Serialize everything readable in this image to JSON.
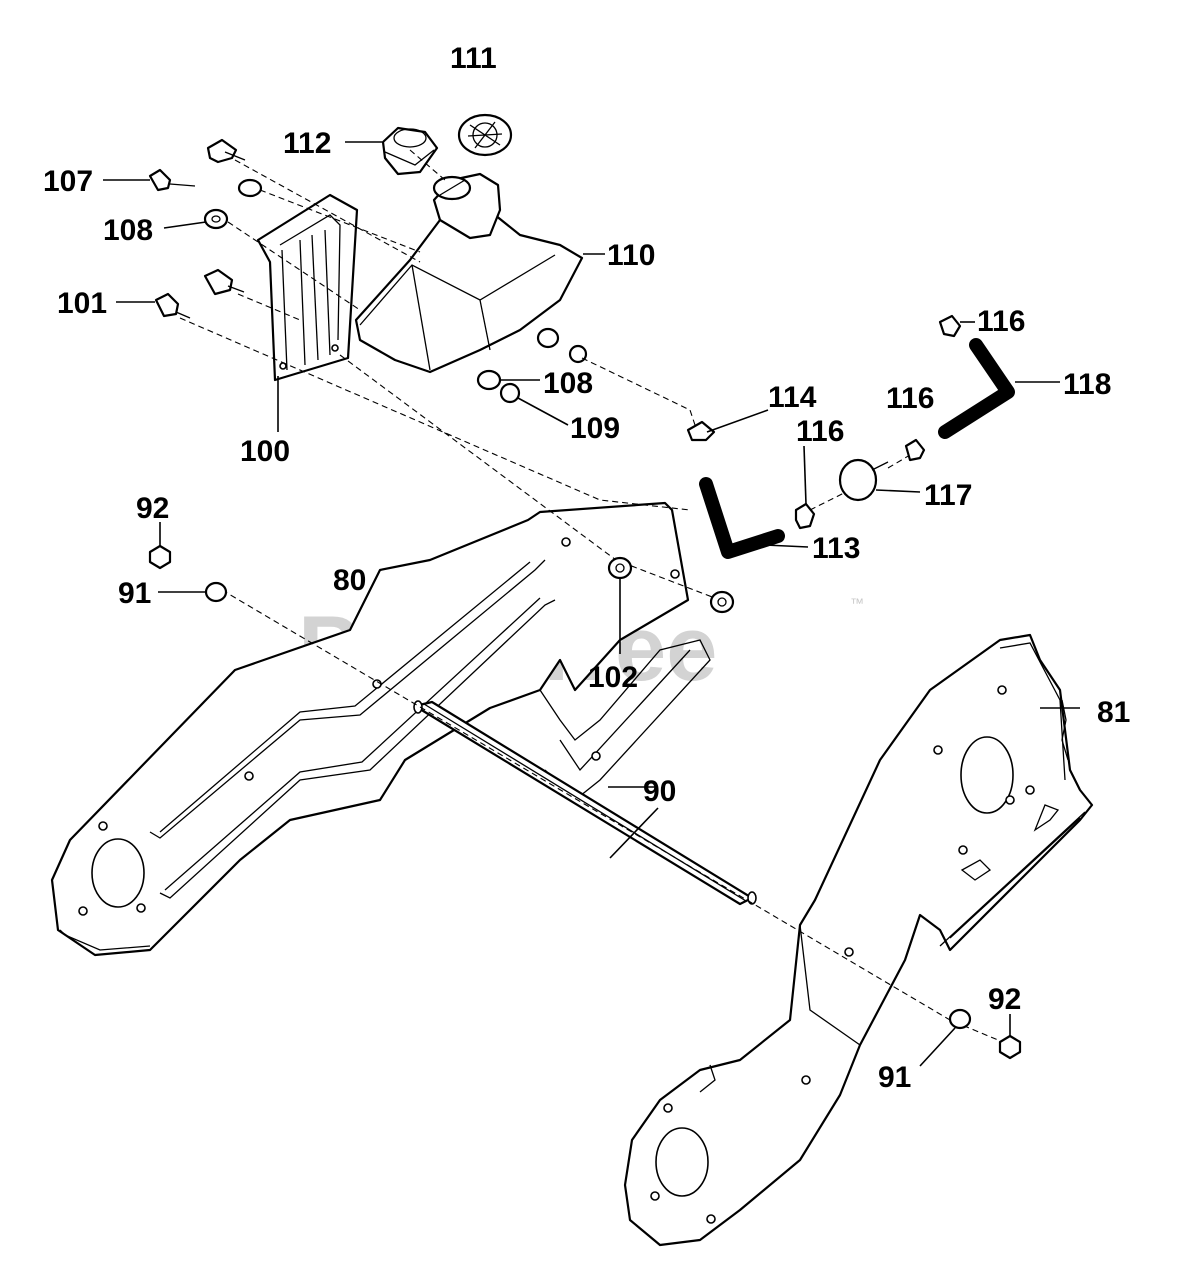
{
  "watermark": {
    "text": "PartsTree",
    "trademark": "™"
  },
  "callouts": {
    "c111": "111",
    "c112": "112",
    "c107": "107",
    "c108a": "108",
    "c110": "110",
    "c101": "101",
    "c116a": "116",
    "c118": "118",
    "c108b": "108",
    "c114": "114",
    "c116b": "116",
    "c109": "109",
    "c116c": "116",
    "c100": "100",
    "c117": "117",
    "c92a": "92",
    "c113": "113",
    "c80": "80",
    "c91a": "91",
    "c102": "102",
    "c81": "81",
    "c90": "90",
    "c92b": "92",
    "c91b": "91"
  }
}
